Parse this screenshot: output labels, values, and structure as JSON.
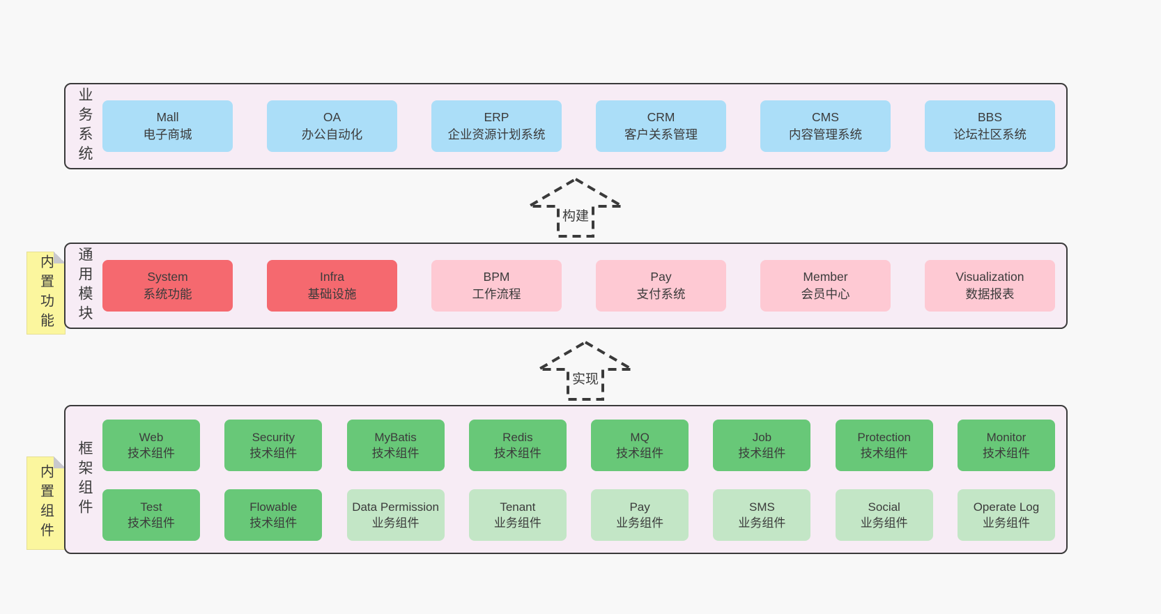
{
  "colors": {
    "page_bg": "#f8f8f8",
    "panel_bg": "#f7ecf5",
    "panel_border": "#3a3a3a",
    "blue": "#abdef8",
    "red": "#f5696f",
    "pink": "#fec9d3",
    "green": "#68c878",
    "green_light": "#c3e6c6",
    "sticky_yellow": "#fbf69e",
    "fold_gray": "#c8c8cd",
    "text": "#3b3b3b"
  },
  "arrows": [
    {
      "label": "构建"
    },
    {
      "label": "实现"
    }
  ],
  "layers": {
    "business": {
      "label": "业务系统",
      "boxes": [
        {
          "title": "Mall",
          "subtitle": "电子商城",
          "variant": "blue"
        },
        {
          "title": "OA",
          "subtitle": "办公自动化",
          "variant": "blue"
        },
        {
          "title": "ERP",
          "subtitle": "企业资源计划系统",
          "variant": "blue"
        },
        {
          "title": "CRM",
          "subtitle": "客户关系管理",
          "variant": "blue"
        },
        {
          "title": "CMS",
          "subtitle": "内容管理系统",
          "variant": "blue"
        },
        {
          "title": "BBS",
          "subtitle": "论坛社区系统",
          "variant": "blue"
        }
      ]
    },
    "modules": {
      "label": "通用模块",
      "sticky": "内置功能",
      "boxes": [
        {
          "title": "System",
          "subtitle": "系统功能",
          "variant": "red"
        },
        {
          "title": "Infra",
          "subtitle": "基础设施",
          "variant": "red"
        },
        {
          "title": "BPM",
          "subtitle": "工作流程",
          "variant": "pink"
        },
        {
          "title": "Pay",
          "subtitle": "支付系统",
          "variant": "pink"
        },
        {
          "title": "Member",
          "subtitle": "会员中心",
          "variant": "pink"
        },
        {
          "title": "Visualization",
          "subtitle": "数据报表",
          "variant": "pink"
        }
      ]
    },
    "components": {
      "label": "框架组件",
      "sticky": "内置组件",
      "rows": [
        [
          {
            "title": "Web",
            "subtitle": "技术组件",
            "variant": "green"
          },
          {
            "title": "Security",
            "subtitle": "技术组件",
            "variant": "green"
          },
          {
            "title": "MyBatis",
            "subtitle": "技术组件",
            "variant": "green"
          },
          {
            "title": "Redis",
            "subtitle": "技术组件",
            "variant": "green"
          },
          {
            "title": "MQ",
            "subtitle": "技术组件",
            "variant": "green"
          },
          {
            "title": "Job",
            "subtitle": "技术组件",
            "variant": "green"
          },
          {
            "title": "Protection",
            "subtitle": "技术组件",
            "variant": "green"
          },
          {
            "title": "Monitor",
            "subtitle": "技术组件",
            "variant": "green"
          }
        ],
        [
          {
            "title": "Test",
            "subtitle": "技术组件",
            "variant": "green"
          },
          {
            "title": "Flowable",
            "subtitle": "技术组件",
            "variant": "green"
          },
          {
            "title": "Data Permission",
            "subtitle": "业务组件",
            "variant": "green_light"
          },
          {
            "title": "Tenant",
            "subtitle": "业务组件",
            "variant": "green_light"
          },
          {
            "title": "Pay",
            "subtitle": "业务组件",
            "variant": "green_light"
          },
          {
            "title": "SMS",
            "subtitle": "业务组件",
            "variant": "green_light"
          },
          {
            "title": "Social",
            "subtitle": "业务组件",
            "variant": "green_light"
          },
          {
            "title": "Operate Log",
            "subtitle": "业务组件",
            "variant": "green_light"
          }
        ]
      ]
    }
  }
}
